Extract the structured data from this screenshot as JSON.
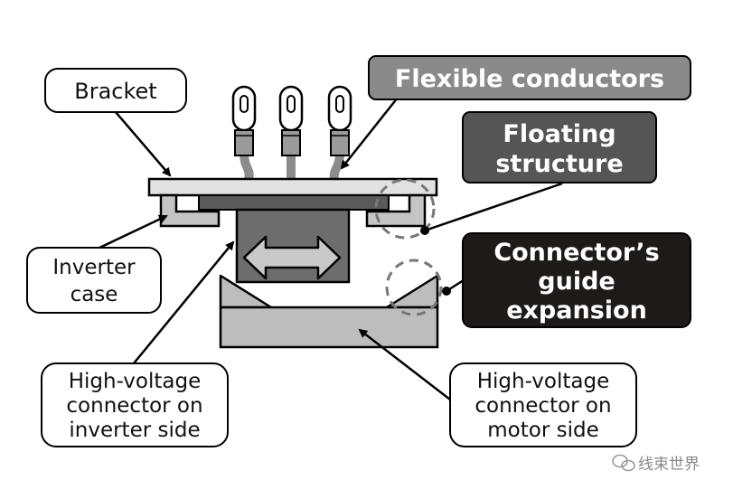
{
  "labels": {
    "bracket": "Bracket",
    "flexible_conductors": "Flexible conductors",
    "floating_structure": [
      "Floating",
      "structure"
    ],
    "inverter_case": [
      "Inverter",
      "case"
    ],
    "connectors_guide": [
      "Connector’s",
      "guide",
      "expansion"
    ],
    "hv_inverter": [
      "High-voltage",
      "connector on",
      "inverter side"
    ],
    "hv_motor": [
      "High-voltage",
      "connector on",
      "motor side"
    ]
  },
  "watermark": "线束世界",
  "colors": {
    "flex_box": "#8a8a8a",
    "floating_box": "#555555",
    "guide_box": "#1e1a1a",
    "bracket": "#e2e2e2",
    "connector": "#6d6d6d",
    "motor_connector": "#bdbdbd",
    "outline": "#000000"
  }
}
